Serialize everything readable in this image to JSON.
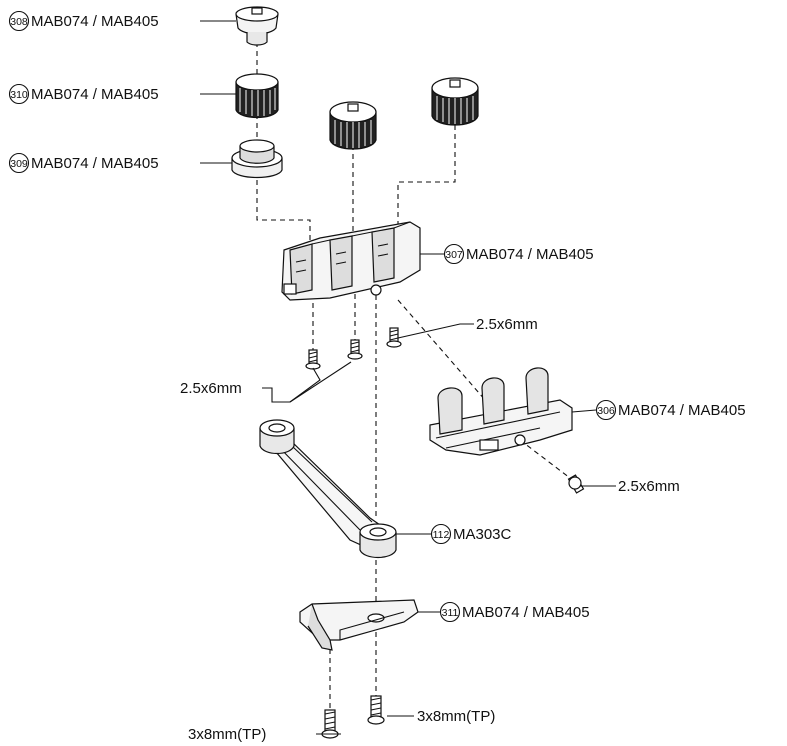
{
  "callouts": [
    {
      "number": "308",
      "part": "MAB074 / MAB405"
    },
    {
      "number": "310",
      "part": "MAB074 / MAB405"
    },
    {
      "number": "309",
      "part": "MAB074 / MAB405"
    },
    {
      "number": "307",
      "part": "MAB074 / MAB405"
    },
    {
      "number": "306",
      "part": "MAB074 / MAB405"
    },
    {
      "number": "112",
      "part": "MA303C"
    },
    {
      "number": "311",
      "part": "MAB074 / MAB405"
    }
  ],
  "screw_labels": [
    "2.5x6mm",
    "2.5x6mm",
    "2.5x6mm",
    "3x8mm(TP)",
    "3x8mm(TP)"
  ]
}
